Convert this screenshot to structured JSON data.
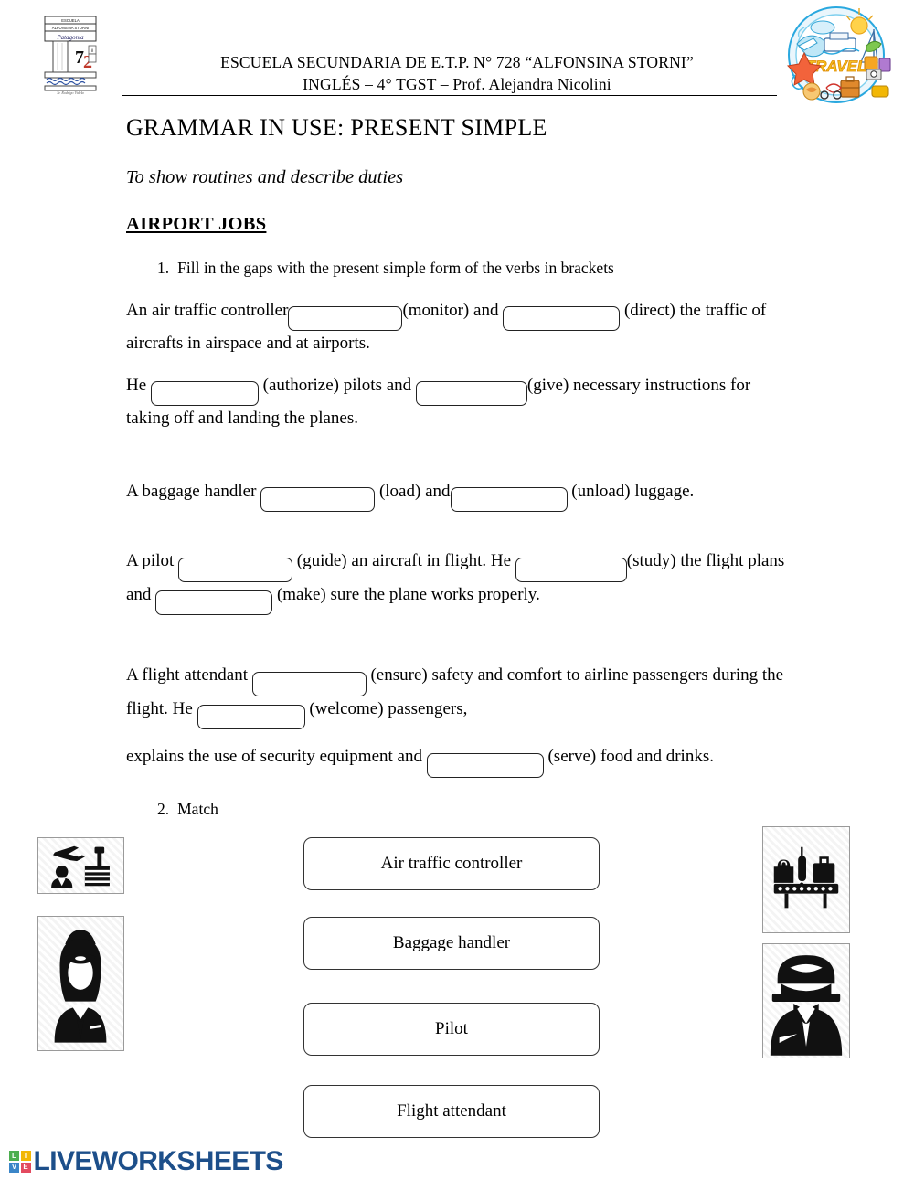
{
  "header": {
    "school_line": "ESCUELA SECUNDARIA DE E.T.P. N° 728 “ALFONSINA STORNI”",
    "course_line": "INGLÉS – 4° TGST – Prof. Alejandra Nicolini",
    "logo_alt": "school-crest-logo",
    "logo_text_top": "ESCUELA",
    "logo_text_name": "ALFONSINA STORNI",
    "logo_text_script": "Patagonia",
    "logo_number": "728",
    "travel_graphic_label": "TRAVEL"
  },
  "title": "GRAMMAR IN USE: PRESENT SIMPLE",
  "subtitle": "To show routines and describe duties",
  "section_title": "AIRPORT JOBS",
  "exercise1": {
    "number": "1.",
    "instruction": "Fill in the gaps with the  present simple form of the verbs in brackets",
    "paragraphs": [
      {
        "id": "air-traffic-controller",
        "segments": [
          {
            "type": "text",
            "value": "An air traffic controller"
          },
          {
            "type": "blank",
            "verb": "monitor",
            "value": "",
            "width": "b-w1"
          },
          {
            "type": "text",
            "value": "(monitor) and "
          },
          {
            "type": "blank",
            "verb": "direct",
            "value": "",
            "width": "b-w3"
          },
          {
            "type": "text",
            "value": "  (direct) the traffic of aircrafts in airspace and at airports."
          }
        ]
      },
      {
        "id": "he-authorize",
        "segments": [
          {
            "type": "text",
            "value": "He "
          },
          {
            "type": "blank",
            "verb": "authorize",
            "value": "",
            "width": "b-w2"
          },
          {
            "type": "text",
            "value": " (authorize) pilots and "
          },
          {
            "type": "blank",
            "verb": "give",
            "value": "",
            "width": "b-w4"
          },
          {
            "type": "text",
            "value": "(give) necessary instructions for taking off and landing the planes."
          }
        ]
      },
      {
        "id": "baggage-handler",
        "segments": [
          {
            "type": "text",
            "value": "A baggage handler  "
          },
          {
            "type": "blank",
            "verb": "load",
            "value": "",
            "width": "b-w1"
          },
          {
            "type": "text",
            "value": " (load) and"
          },
          {
            "type": "blank",
            "verb": "unload",
            "value": "",
            "width": "b-w3"
          },
          {
            "type": "text",
            "value": " (unload) luggage."
          }
        ]
      },
      {
        "id": "pilot",
        "segments": [
          {
            "type": "text",
            "value": "A pilot  "
          },
          {
            "type": "blank",
            "verb": "guide",
            "value": "",
            "width": "b-w1"
          },
          {
            "type": "text",
            "value": "   (guide) an aircraft in flight. He "
          },
          {
            "type": "blank",
            "verb": "study",
            "value": "",
            "width": "b-w4"
          },
          {
            "type": "text",
            "value": "(study) the flight plans and  "
          },
          {
            "type": "blank",
            "verb": "make",
            "value": "",
            "width": "b-w3"
          },
          {
            "type": "text",
            "value": "   (make) sure the plane works properly."
          }
        ]
      },
      {
        "id": "flight-attendant",
        "segments": [
          {
            "type": "text",
            "value": "A flight attendant  "
          },
          {
            "type": "blank",
            "verb": "ensure",
            "value": "",
            "width": "b-w1"
          },
          {
            "type": "text",
            "value": "  (ensure) safety and comfort to airline passengers during the flight. He "
          },
          {
            "type": "blank",
            "verb": "welcome",
            "value": "",
            "width": "b-w2"
          },
          {
            "type": "text",
            "value": "  (welcome) passengers,"
          }
        ]
      },
      {
        "id": "flight-attendant-2",
        "segments": [
          {
            "type": "text",
            "value": "explains the use of security equipment and "
          },
          {
            "type": "blank",
            "verb": "serve",
            "value": "",
            "width": "b-w3"
          },
          {
            "type": "text",
            "value": "  (serve) food and drinks."
          }
        ]
      }
    ]
  },
  "exercise2": {
    "number": "2.",
    "instruction": "Match",
    "options": [
      "Air traffic controller",
      "Baggage handler",
      "Pilot",
      "Flight attendant"
    ],
    "images_left": [
      {
        "name": "air-traffic-controller-image"
      },
      {
        "name": "flight-attendant-image"
      }
    ],
    "images_right": [
      {
        "name": "baggage-conveyor-image"
      },
      {
        "name": "pilot-image"
      }
    ]
  },
  "footer": {
    "brand": "LIVEWORKSHEETS",
    "tiles": [
      {
        "letter": "L",
        "color": "#4cae4f"
      },
      {
        "letter": "I",
        "color": "#f2b705"
      },
      {
        "letter": "V",
        "color": "#3b86c8"
      },
      {
        "letter": "E",
        "color": "#e34a5f"
      }
    ],
    "brand_color": "#1d4f8a"
  }
}
